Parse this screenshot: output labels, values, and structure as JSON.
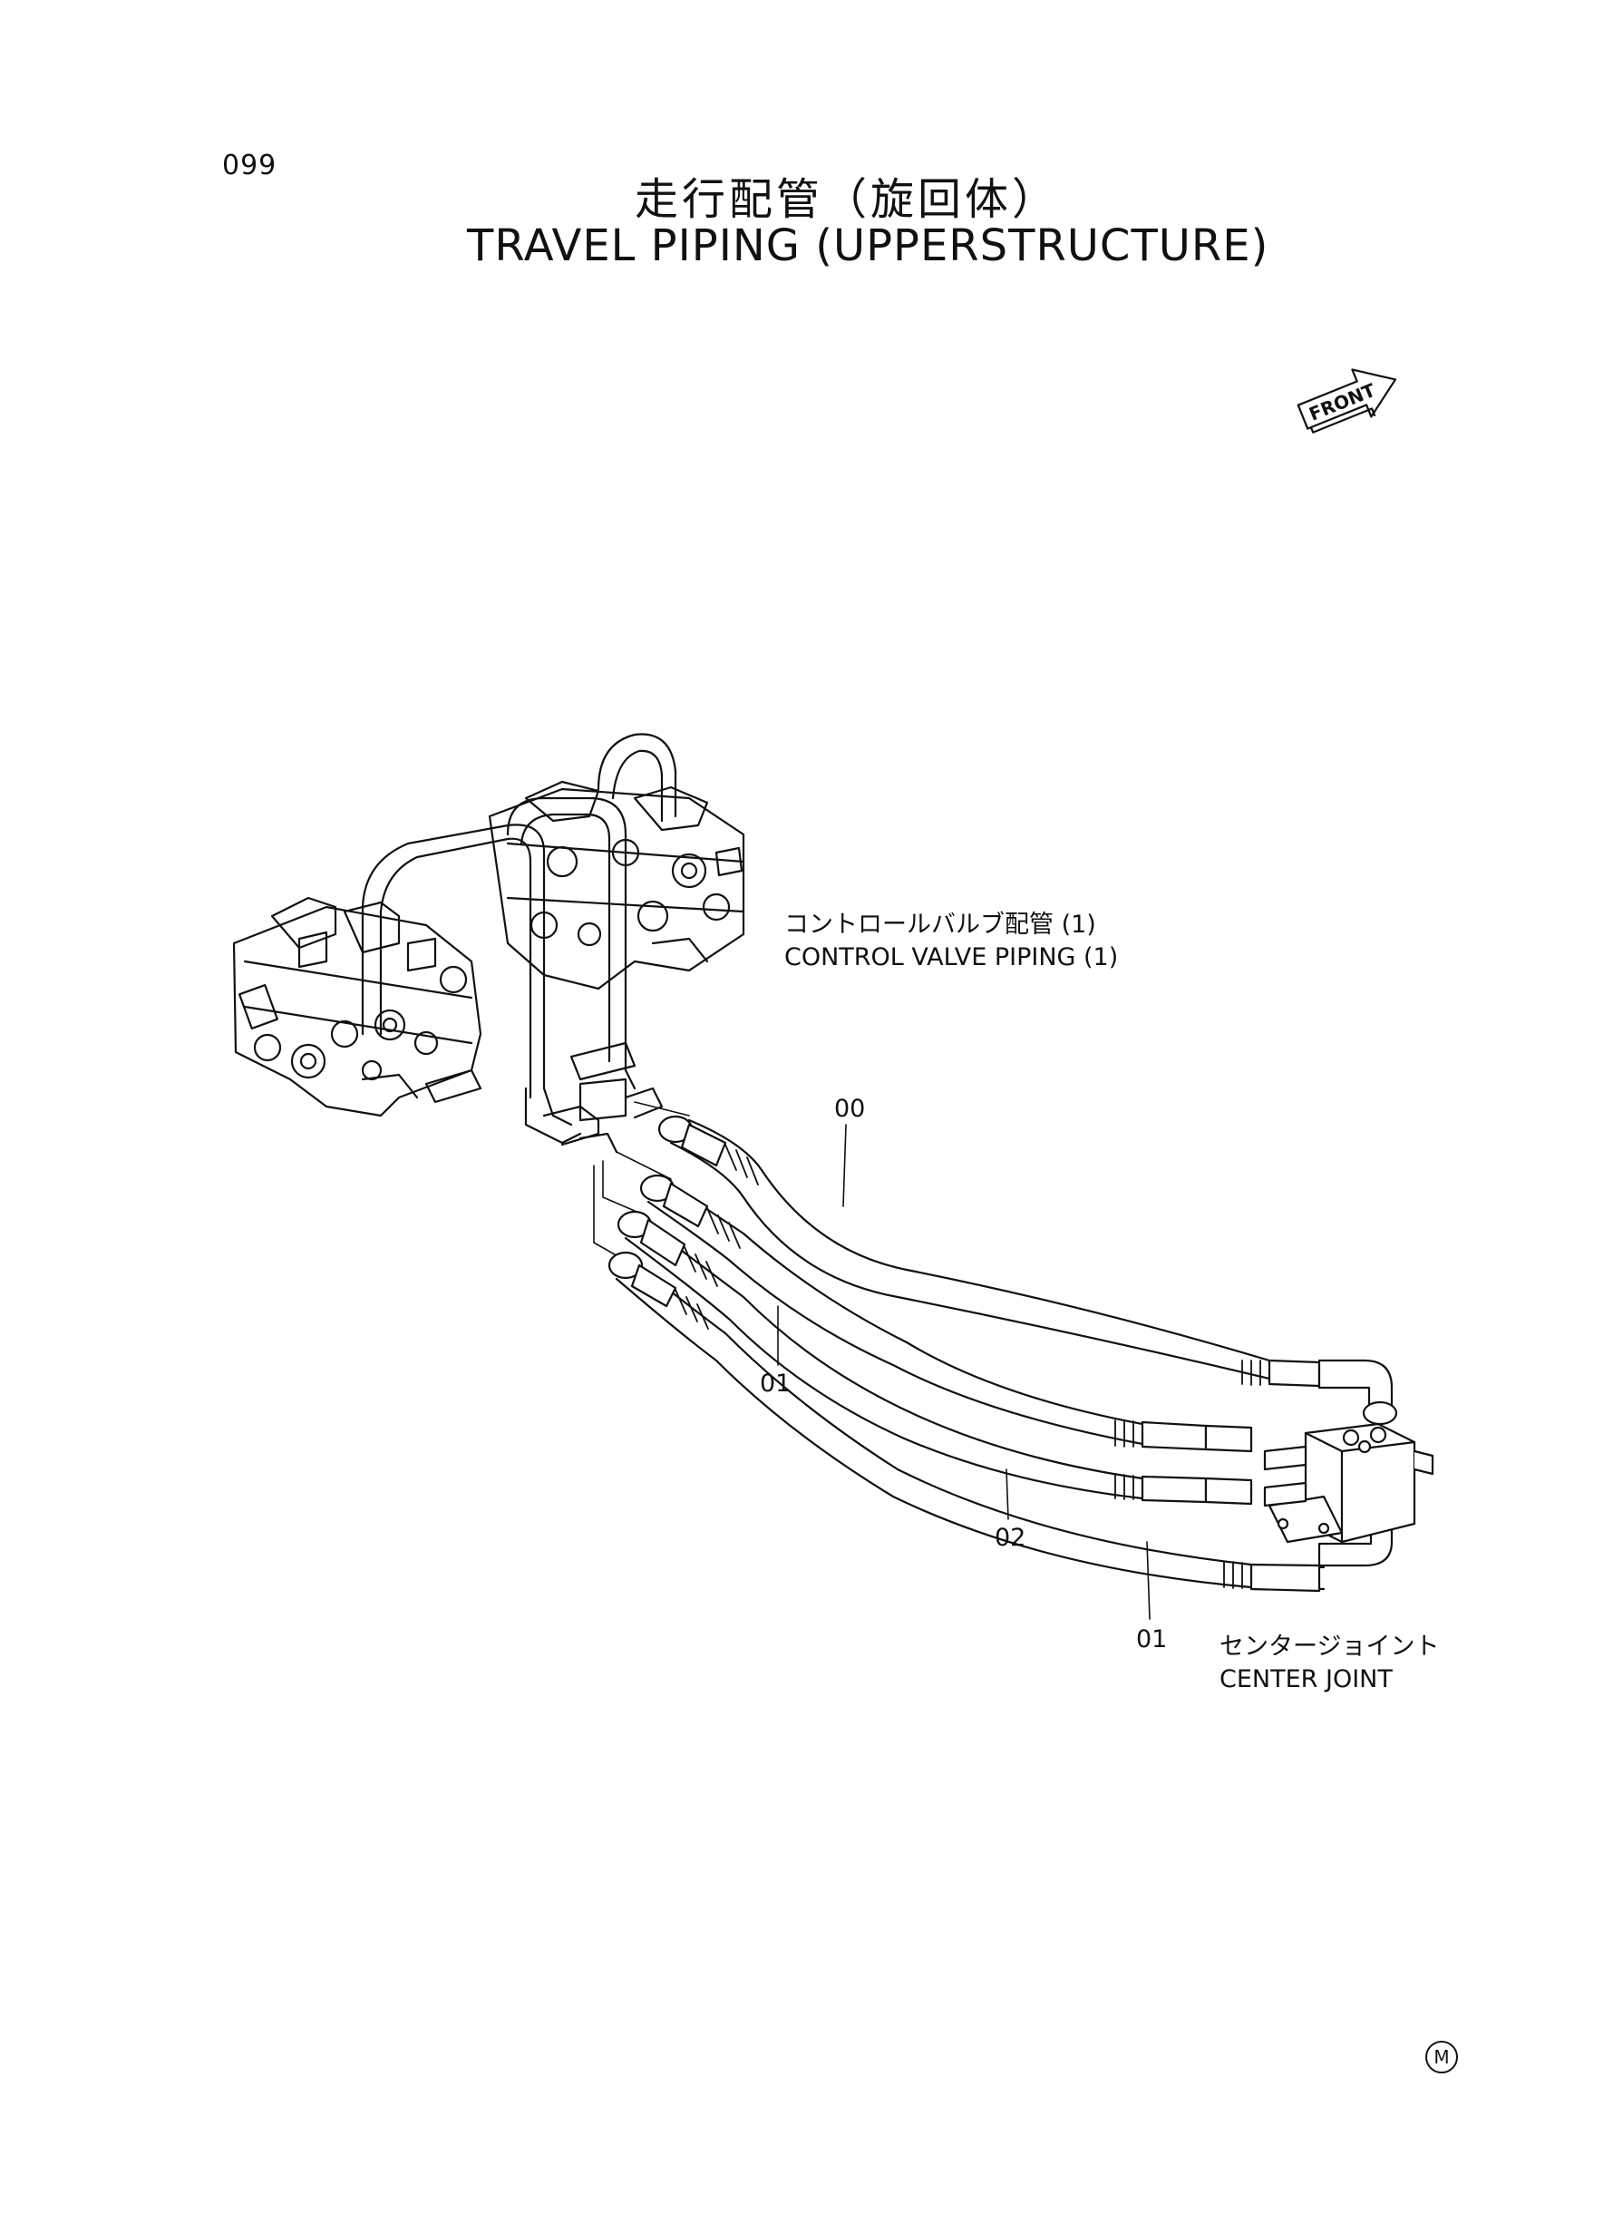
{
  "page_number": "099",
  "title": {
    "japanese": "走行配管（旋回体）",
    "english": "TRAVEL PIPING (UPPERSTRUCTURE)"
  },
  "front_indicator": "FRONT",
  "labels": {
    "control_valve": {
      "japanese": "コントロールバルブ配管 (1)",
      "english": "CONTROL VALVE PIPING (1)"
    },
    "center_joint": {
      "japanese": "センタージョイント",
      "english": "CENTER JOINT"
    }
  },
  "part_numbers": {
    "hose_top": "00",
    "hose_left": "01",
    "hose_mid": "02",
    "hose_bottom": "01"
  },
  "corner_mark": "M"
}
